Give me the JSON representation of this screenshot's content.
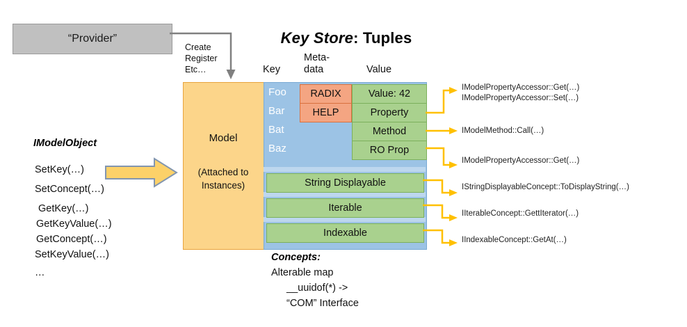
{
  "provider": {
    "label": "“Provider”",
    "caption": "Create\nRegister\nEtc…",
    "caption_lines": [
      "Create",
      "Register",
      "Etc…"
    ],
    "box_color": "#c0c0c0",
    "connector_color": "#808080"
  },
  "title": {
    "emphasis": "Key Store",
    "rest": ": Tuples"
  },
  "columns": {
    "key": "Key",
    "metadata": "Meta-\ndata",
    "metadata_lines": [
      "Meta-",
      "data"
    ],
    "value": "Value"
  },
  "model_panel": {
    "title": "Model",
    "subtitle_lines": [
      "(Attached to",
      "Instances)"
    ],
    "color": "#fcd58a"
  },
  "key_panel": {
    "color": "#9cc3e5",
    "keys": [
      "Foo",
      "Bar",
      "Bat",
      "Baz"
    ]
  },
  "metadata_cells": [
    {
      "label": "RADIX",
      "color": "#f4a582"
    },
    {
      "label": "HELP",
      "color": "#f4a582"
    }
  ],
  "value_cells": [
    {
      "label": "Value: 42",
      "color": "#a9d18e"
    },
    {
      "label": "Property",
      "color": "#a9d18e"
    },
    {
      "label": "Method",
      "color": "#a9d18e"
    },
    {
      "label": "RO Prop",
      "color": "#a9d18e"
    }
  ],
  "concept_bars": [
    {
      "label": "String Displayable",
      "color": "#a9d18e"
    },
    {
      "label": "Iterable",
      "color": "#a9d18e"
    },
    {
      "label": "Indexable",
      "color": "#a9d18e"
    }
  ],
  "annotations": [
    {
      "lines": [
        "IModelPropertyAccessor::Get(…)",
        "IModelPropertyAccessor::Set(…)"
      ]
    },
    {
      "lines": [
        "IModelMethod::Call(…)"
      ]
    },
    {
      "lines": [
        "IModelPropertyAccessor::Get(…)"
      ]
    },
    {
      "lines": [
        "IStringDisplayableConcept::ToDisplayString(…)"
      ]
    },
    {
      "lines": [
        "IIterableConcept::GettIterator(…)"
      ]
    },
    {
      "lines": [
        "IIndexableConcept::GetAt(…)"
      ]
    }
  ],
  "imodelobject": {
    "title": "IModelObject",
    "methods": [
      "SetKey(…)",
      "SetConcept(…)",
      "GetKey(…)",
      "GetKeyValue(…)",
      "GetConcept(…)",
      "SetKeyValue(…)",
      "…"
    ]
  },
  "big_arrow": {
    "fill": "#fcd169",
    "stroke": "#8296b0"
  },
  "concepts": {
    "title": "Concepts:",
    "lines": [
      "Alterable map",
      "__uuidof(*) ->",
      "“COM” Interface"
    ]
  },
  "colors": {
    "arrow_yellow": "#ffc000",
    "orange_accent": "#e8a33d",
    "green": "#a9d18e",
    "blue": "#9cc3e5",
    "blue_stripe": "#bdd7ee"
  }
}
